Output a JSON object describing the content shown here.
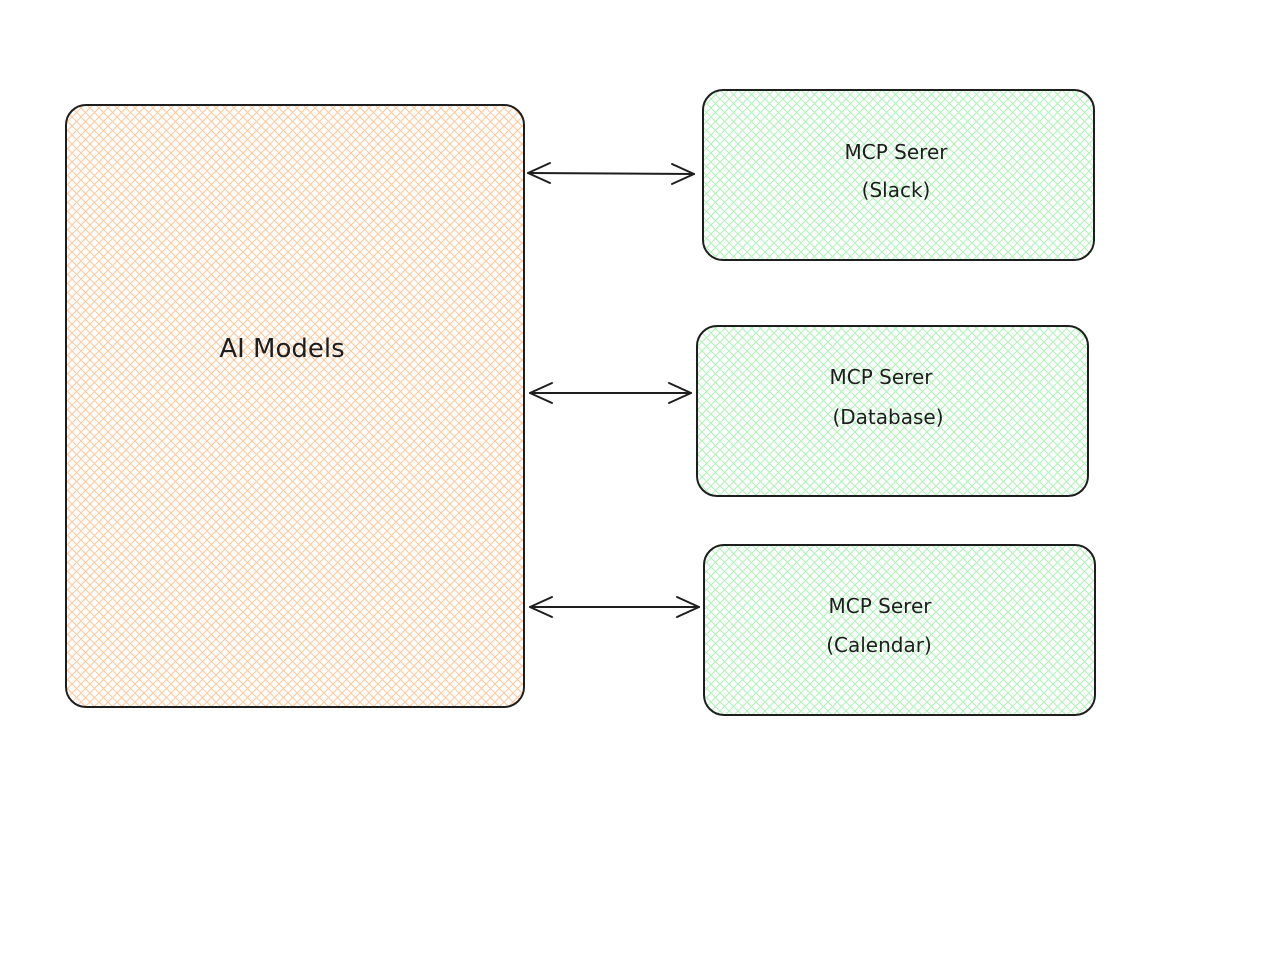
{
  "diagram": {
    "nodes": [
      {
        "id": "ai-models",
        "lines": [
          "AI Models"
        ],
        "fill": "#ffc9a0",
        "role": "client"
      },
      {
        "id": "mcp-slack",
        "lines": [
          "MCP Serer",
          "(Slack)"
        ],
        "fill": "#b2f2bb",
        "role": "server"
      },
      {
        "id": "mcp-database",
        "lines": [
          "MCP Serer",
          "(Database)"
        ],
        "fill": "#b2f2bb",
        "role": "server"
      },
      {
        "id": "mcp-calendar",
        "lines": [
          "MCP Serer",
          "(Calendar)"
        ],
        "fill": "#b2f2bb",
        "role": "server"
      }
    ],
    "edges": [
      {
        "from": "ai-models",
        "to": "mcp-slack",
        "direction": "both"
      },
      {
        "from": "ai-models",
        "to": "mcp-database",
        "direction": "both"
      },
      {
        "from": "ai-models",
        "to": "mcp-calendar",
        "direction": "both"
      }
    ],
    "colors": {
      "stroke": "#1e1e1e",
      "client_hatch": "#ffc9a0",
      "server_hatch": "#b2f2bb"
    }
  }
}
